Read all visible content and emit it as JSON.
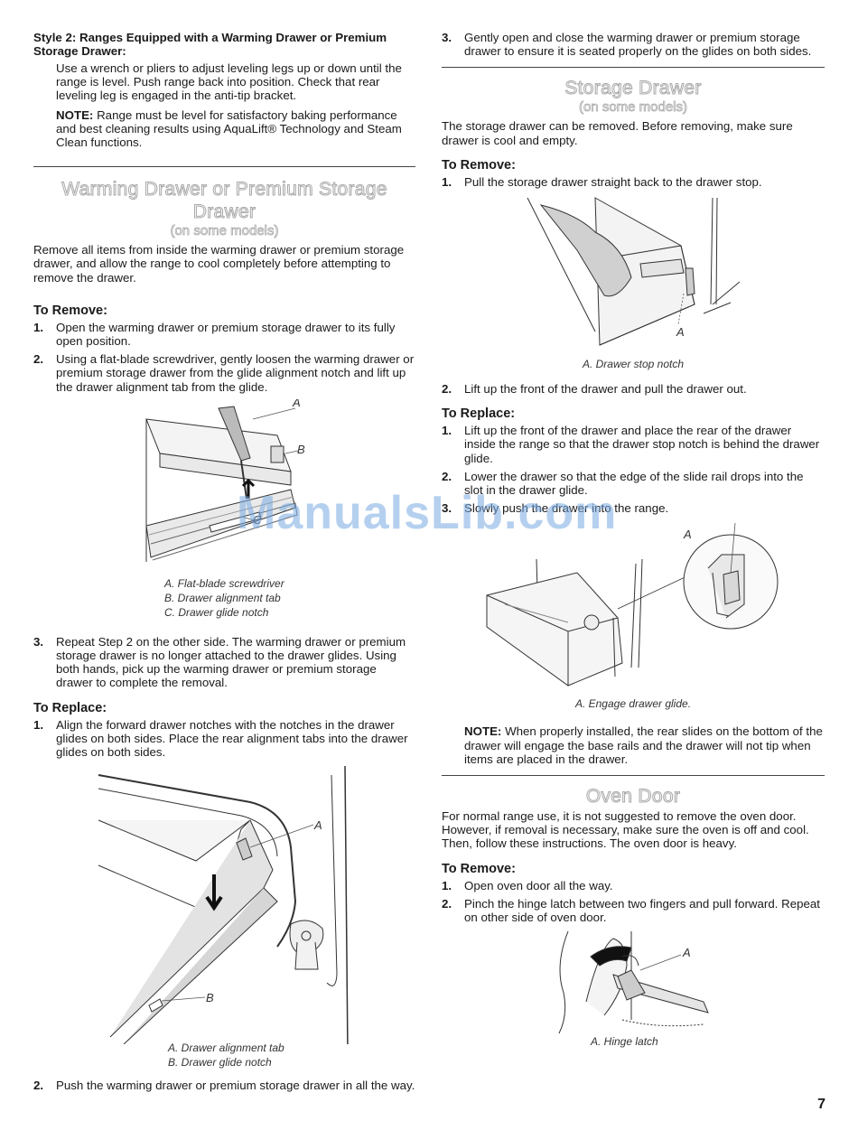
{
  "left": {
    "style2_heading": "Style 2: Ranges Equipped with a Warming Drawer or Premium Storage Drawer:",
    "style2_body": "Use a wrench or pliers to adjust leveling legs up or down until the range is level. Push range back into position. Check that rear leveling leg is engaged in the anti-tip bracket.",
    "note_label": "NOTE:",
    "note_body": "Range must be level for satisfactory baking performance and best cleaning results using AquaLift® Technology and Steam Clean functions.",
    "section_title": "Warming Drawer or Premium Storage Drawer",
    "section_subtitle": "(on some models)",
    "section_intro": "Remove all items from inside the warming drawer or premium storage drawer, and allow the range to cool completely before attempting to remove the drawer.",
    "remove_heading": "To Remove:",
    "remove_steps": [
      {
        "num": "1.",
        "text": "Open the warming drawer or premium storage drawer to its fully open position."
      },
      {
        "num": "2.",
        "text": "Using a flat-blade screwdriver, gently loosen the warming drawer or premium storage drawer from the glide alignment notch and lift up the drawer alignment tab from the glide."
      }
    ],
    "fig1": {
      "labels": [
        "A",
        "B",
        "C"
      ],
      "captions": [
        "A. Flat-blade screwdriver",
        "B. Drawer alignment tab",
        "C. Drawer glide notch"
      ]
    },
    "remove_step3": {
      "num": "3.",
      "text": "Repeat Step 2 on the other side. The warming drawer or premium storage drawer is no longer attached to the drawer glides. Using both hands, pick up the warming drawer or premium storage drawer to complete the removal."
    },
    "replace_heading": "To Replace:",
    "replace_step1": {
      "num": "1.",
      "text": "Align the forward drawer notches with the notches in the drawer glides on both sides. Place the rear alignment tabs into the drawer glides on both sides."
    },
    "fig2": {
      "labels": [
        "A",
        "B"
      ],
      "captions": [
        "A. Drawer alignment tab",
        "B. Drawer glide notch"
      ]
    },
    "replace_step2": {
      "num": "2.",
      "text": "Push the warming drawer or premium storage drawer in all the way."
    }
  },
  "right": {
    "step3": {
      "num": "3.",
      "text": "Gently open and close the warming drawer or premium storage drawer to ensure it is seated properly on the glides on both sides."
    },
    "storage_title": "Storage Drawer",
    "storage_subtitle": "(on some models)",
    "storage_intro": "The storage drawer can be removed. Before removing, make sure drawer is cool and empty.",
    "remove_heading": "To Remove:",
    "remove_step1": {
      "num": "1.",
      "text": "Pull the storage drawer straight back to the drawer stop."
    },
    "fig3": {
      "label": "A",
      "caption": "A. Drawer stop notch"
    },
    "remove_step2": {
      "num": "2.",
      "text": "Lift up the front of the drawer and pull the drawer out."
    },
    "replace_heading": "To Replace:",
    "replace_steps": [
      {
        "num": "1.",
        "text": "Lift up the front of the drawer and place the rear of the drawer inside the range so that the drawer stop notch is behind the drawer glide."
      },
      {
        "num": "2.",
        "text": "Lower the drawer so that the edge of the slide rail drops into the slot in the drawer glide."
      },
      {
        "num": "3.",
        "text": "Slowly push the drawer into the range."
      }
    ],
    "fig4": {
      "label": "A",
      "caption": "A. Engage drawer glide."
    },
    "note_label": "NOTE:",
    "note_body": "When properly installed, the rear slides on the bottom of the drawer will engage the base rails and the drawer will not tip when items are placed in the drawer.",
    "oven_title": "Oven Door",
    "oven_intro": "For normal range use, it is not suggested to remove the oven door. However, if removal is necessary, make sure the oven is off and cool. Then, follow these instructions. The oven door is heavy.",
    "oven_remove_heading": "To Remove:",
    "oven_steps": [
      {
        "num": "1.",
        "text": "Open oven door all the way."
      },
      {
        "num": "2.",
        "text": "Pinch the hinge latch between two fingers and pull forward. Repeat on other side of oven door."
      }
    ],
    "fig5": {
      "label": "A",
      "caption": "A. Hinge latch"
    }
  },
  "watermark": "ManualsLib.com",
  "page_number": "7"
}
